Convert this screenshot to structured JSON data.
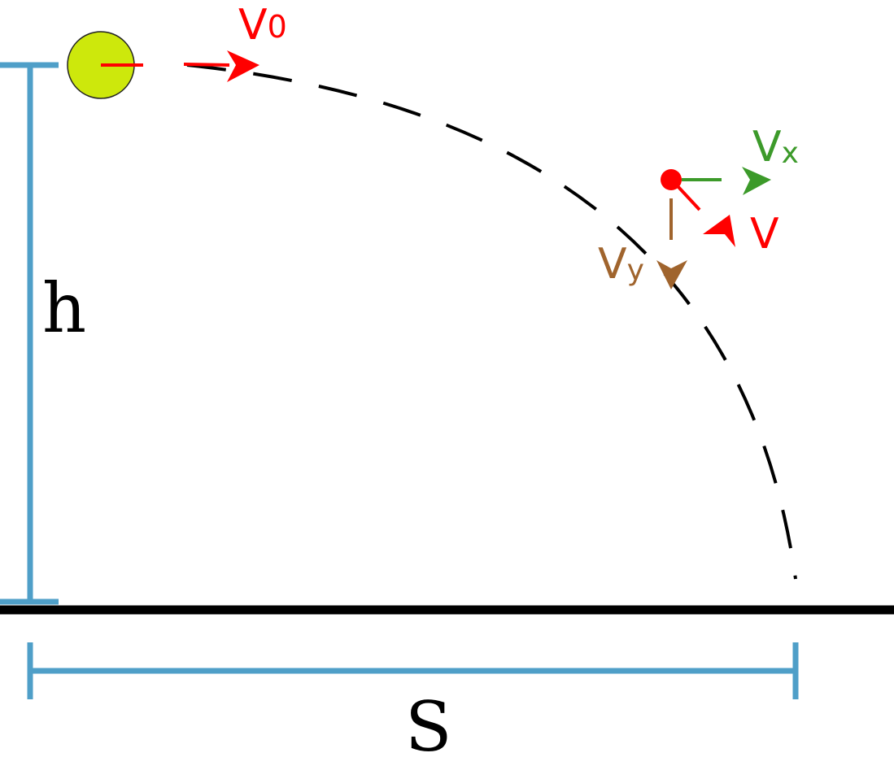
{
  "labels": {
    "v0": {
      "main": "V",
      "sub": "0"
    },
    "vx": {
      "main": "V",
      "sub": "x"
    },
    "vy": {
      "main": "V",
      "sub": "y"
    },
    "v": "V",
    "h": "h",
    "s": "S"
  },
  "colors": {
    "background": "#ffffff",
    "ground": "#000000",
    "trajectory": "#000000",
    "dimension": "#4f9fc8",
    "ball_fill": "#cde80c",
    "ball_stroke": "#222222",
    "velocity": "#ff0000",
    "vx": "#3c9a2a",
    "vy": "#a0642d"
  },
  "icons": {
    "ball": "ball-icon",
    "projectile": "point-mass-icon"
  }
}
